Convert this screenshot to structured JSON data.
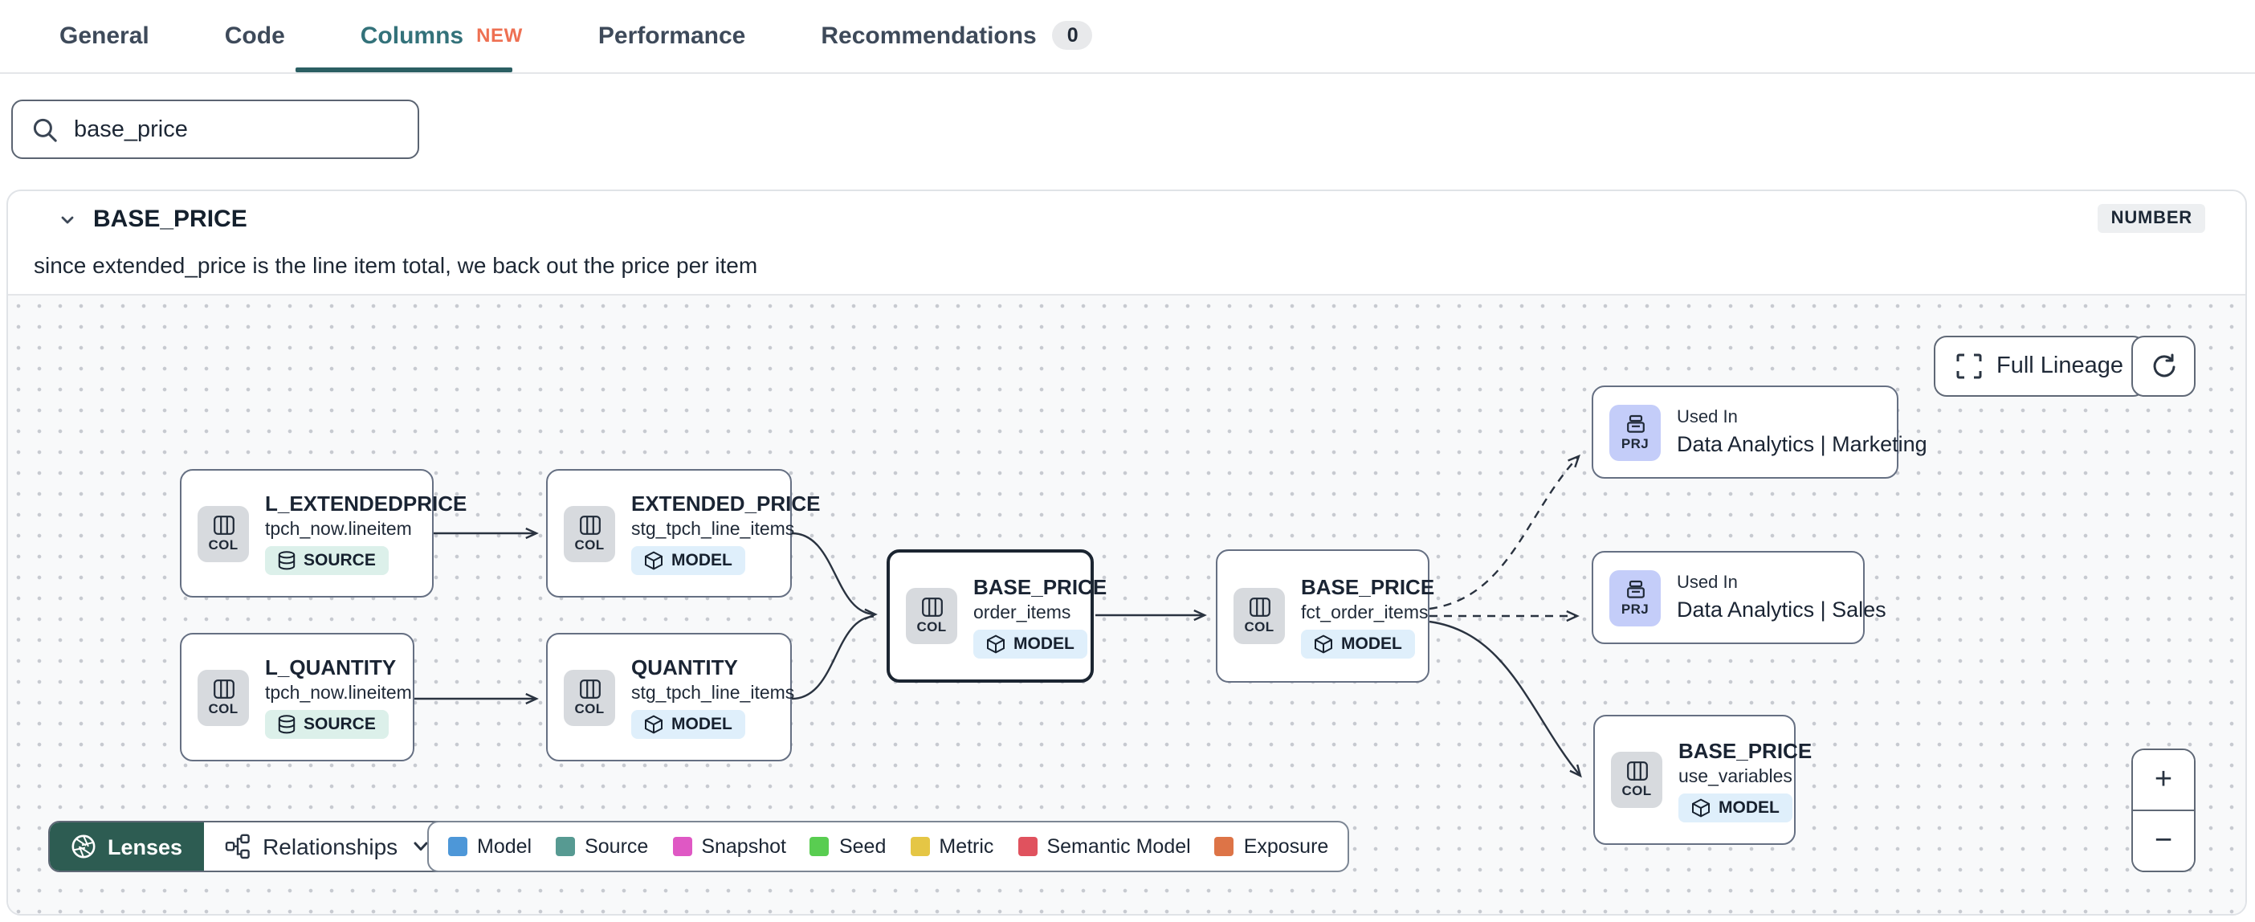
{
  "tabs": {
    "items": [
      {
        "label": "General"
      },
      {
        "label": "Code"
      },
      {
        "label": "Columns",
        "badge": "NEW",
        "active": true
      },
      {
        "label": "Performance"
      },
      {
        "label": "Recommendations",
        "count": "0"
      }
    ]
  },
  "search": {
    "value": "base_price"
  },
  "column": {
    "name": "BASE_PRICE",
    "type_badge": "NUMBER",
    "description": "since extended_price is the line item total, we back out the price per item"
  },
  "lineage": {
    "nodes": [
      {
        "chip": "COL",
        "title": "L_EXTENDEDPRICE",
        "subtitle": "tpch_now.lineitem",
        "badge": "SOURCE"
      },
      {
        "chip": "COL",
        "title": "L_QUANTITY",
        "subtitle": "tpch_now.lineitem",
        "badge": "SOURCE"
      },
      {
        "chip": "COL",
        "title": "EXTENDED_PRICE",
        "subtitle": "stg_tpch_line_items",
        "badge": "MODEL"
      },
      {
        "chip": "COL",
        "title": "QUANTITY",
        "subtitle": "stg_tpch_line_items",
        "badge": "MODEL"
      },
      {
        "chip": "COL",
        "title": "BASE_PRICE",
        "subtitle": "order_items",
        "badge": "MODEL",
        "selected": true
      },
      {
        "chip": "COL",
        "title": "BASE_PRICE",
        "subtitle": "fct_order_items",
        "badge": "MODEL"
      },
      {
        "chip": "PRJ",
        "label": "Used In",
        "title": "Data Analytics | Marketing"
      },
      {
        "chip": "PRJ",
        "label": "Used In",
        "title": "Data Analytics | Sales"
      },
      {
        "chip": "COL",
        "title": "BASE_PRICE",
        "subtitle": "use_variables",
        "badge": "MODEL"
      }
    ],
    "edges": [
      {
        "from": "L_EXTENDEDPRICE",
        "to": "EXTENDED_PRICE",
        "style": "solid"
      },
      {
        "from": "L_QUANTITY",
        "to": "QUANTITY",
        "style": "solid"
      },
      {
        "from": "EXTENDED_PRICE",
        "to": "BASE_PRICE order_items",
        "style": "solid"
      },
      {
        "from": "QUANTITY",
        "to": "BASE_PRICE order_items",
        "style": "solid"
      },
      {
        "from": "BASE_PRICE order_items",
        "to": "BASE_PRICE fct_order_items",
        "style": "solid"
      },
      {
        "from": "BASE_PRICE fct_order_items",
        "to": "Data Analytics | Marketing",
        "style": "dashed"
      },
      {
        "from": "BASE_PRICE fct_order_items",
        "to": "Data Analytics | Sales",
        "style": "dashed"
      },
      {
        "from": "BASE_PRICE fct_order_items",
        "to": "BASE_PRICE use_variables",
        "style": "solid"
      }
    ],
    "controls": {
      "full_lineage": "Full Lineage",
      "lenses": "Lenses",
      "relationships": "Relationships",
      "zoom_in": "+",
      "zoom_out": "−"
    },
    "legend": {
      "items": [
        {
          "label": "Model",
          "color": "#4d97d8"
        },
        {
          "label": "Source",
          "color": "#579a92"
        },
        {
          "label": "Snapshot",
          "color": "#df58c4"
        },
        {
          "label": "Seed",
          "color": "#59cd51"
        },
        {
          "label": "Metric",
          "color": "#e5c645"
        },
        {
          "label": "Semantic Model",
          "color": "#e0525e"
        },
        {
          "label": "Exposure",
          "color": "#dd7447"
        }
      ]
    }
  },
  "colors": {
    "accent_teal": "#33727a",
    "underline_teal": "#2b5f63",
    "new_badge": "#ee7052",
    "lenses_bg": "#2d5c52",
    "model_badge_bg": "#dfeffb",
    "source_badge_bg": "#dcf0ea",
    "prj_chip_bg": "#c4cdf9",
    "col_chip_bg": "#d7dade",
    "selected_border": "#1b2531"
  }
}
